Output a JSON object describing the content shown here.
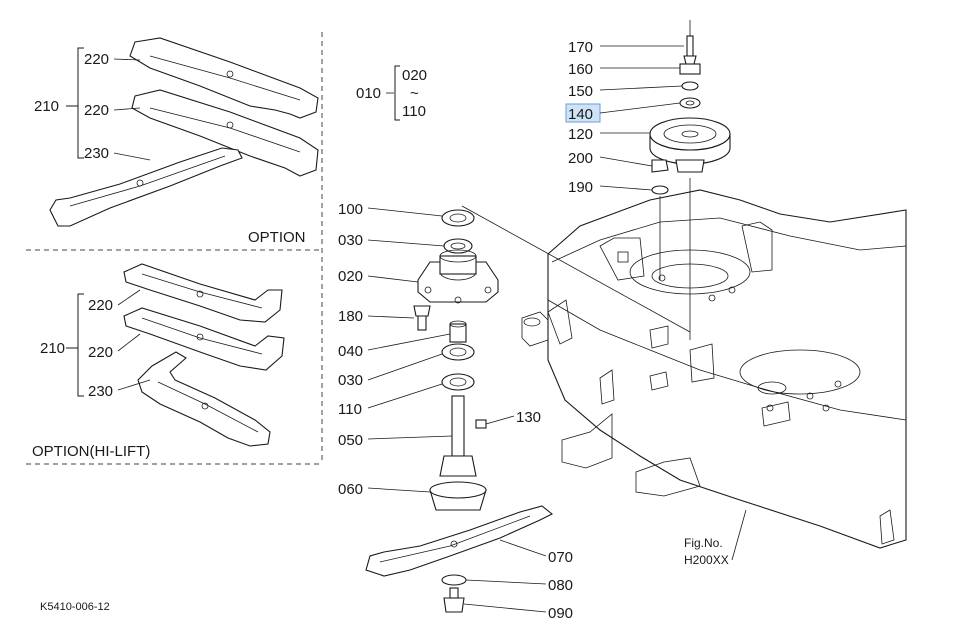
{
  "labels": {
    "top_left": {
      "group": "210",
      "blade_a": "220",
      "blade_b": "220",
      "blade_c": "230",
      "option": "OPTION"
    },
    "bottom_left": {
      "group": "210",
      "blade_a": "220",
      "blade_b": "220",
      "blade_c": "230",
      "option": "OPTION(HI-LIFT)"
    },
    "range": {
      "main": "010",
      "from": "020",
      "tilde": "~",
      "to": "110"
    },
    "spindle": {
      "p100": "100",
      "p030a": "030",
      "p020": "020",
      "p180": "180",
      "p040": "040",
      "p030b": "030",
      "p110": "110",
      "p050": "050",
      "p130": "130",
      "p060": "060",
      "p070": "070",
      "p080": "080",
      "p090": "090"
    },
    "pulley": {
      "p170": "170",
      "p160": "160",
      "p150": "150",
      "p140": "140",
      "p120": "120",
      "p200": "200",
      "p190": "190"
    },
    "fig_no": "Fig.No.",
    "fig_id": "H200XX",
    "drawing_code": "K5410-006-12"
  },
  "highlight": {
    "part": "140",
    "color": "#cfe3f7"
  }
}
